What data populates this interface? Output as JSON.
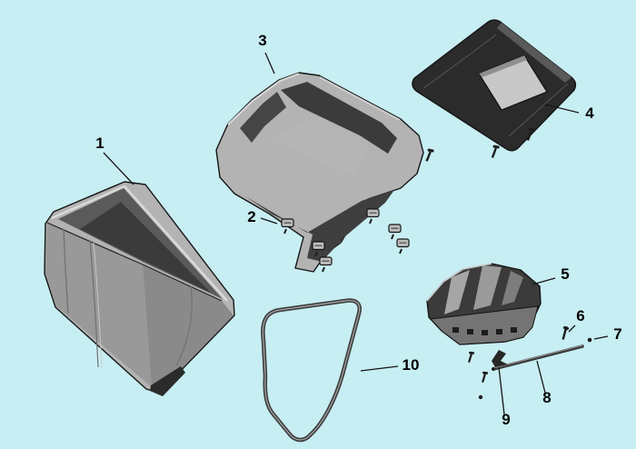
{
  "labels": {
    "p1": "1",
    "p2": "2",
    "p3": "3",
    "p4": "4",
    "p5": "5",
    "p6": "6",
    "p7": "7",
    "p8": "8",
    "p9": "9",
    "p10": "10"
  },
  "colors": {
    "background": "#c7eef3",
    "outline": "#151515",
    "part-light": "#b3b3b3",
    "part-mid": "#999999",
    "part-dark": "#3b3b3b",
    "part-deep": "#2b2b2b",
    "interior": "#5a5a5a",
    "highlight": "#d8d8d8"
  }
}
